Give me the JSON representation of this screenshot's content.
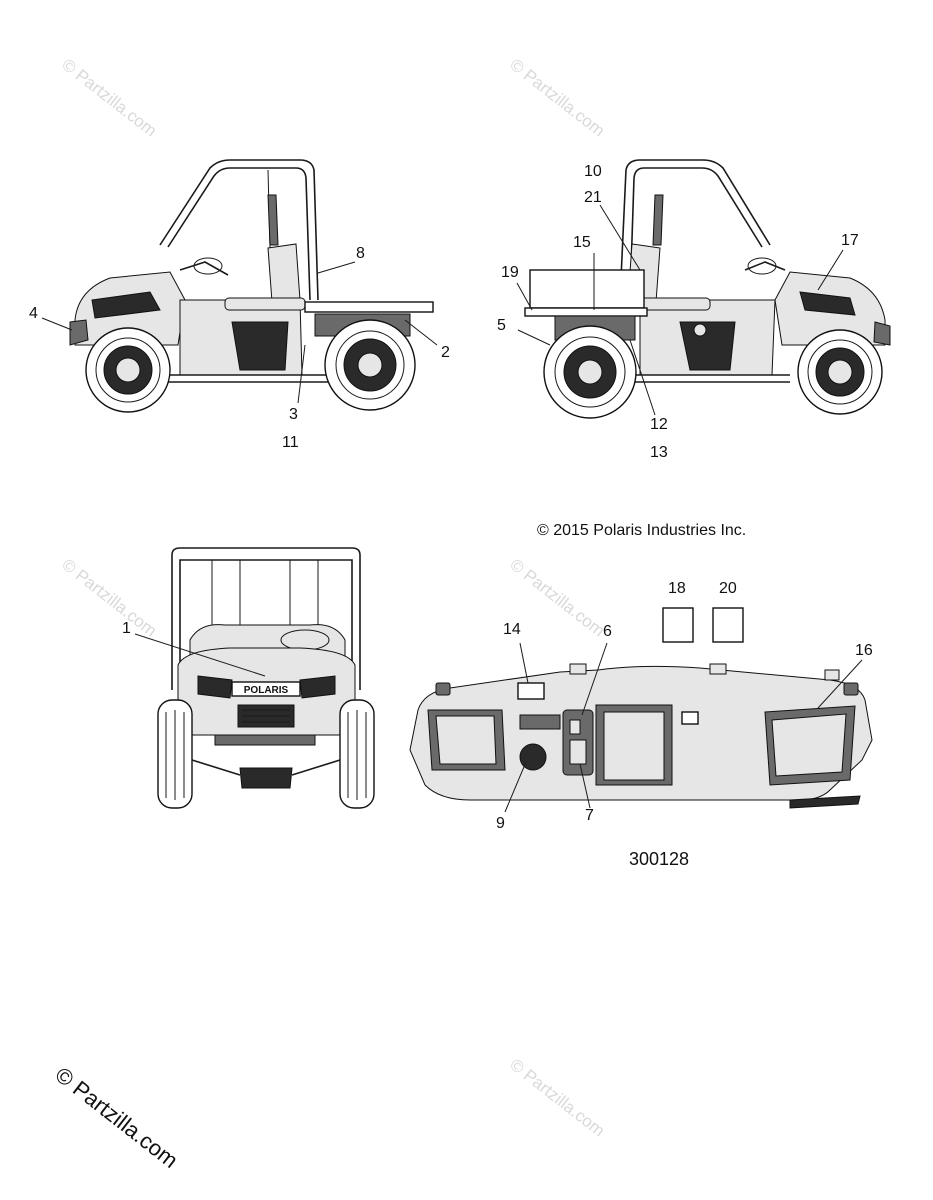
{
  "copyright": "© 2015 Polaris Industries Inc.",
  "drawing_number": "300128",
  "watermark": "© Partzilla.com",
  "signature": "© Partzilla.com",
  "grille_logo": "POLARIS",
  "callouts": {
    "c1": "1",
    "c2": "2",
    "c3": "3",
    "c4": "4",
    "c5": "5",
    "c6": "6",
    "c7": "7",
    "c8": "8",
    "c9": "9",
    "c10": "10",
    "c11": "11",
    "c12": "12",
    "c13": "13",
    "c14": "14",
    "c15": "15",
    "c16": "16",
    "c17": "17",
    "c18": "18",
    "c19": "19",
    "c20": "20",
    "c21": "21"
  }
}
